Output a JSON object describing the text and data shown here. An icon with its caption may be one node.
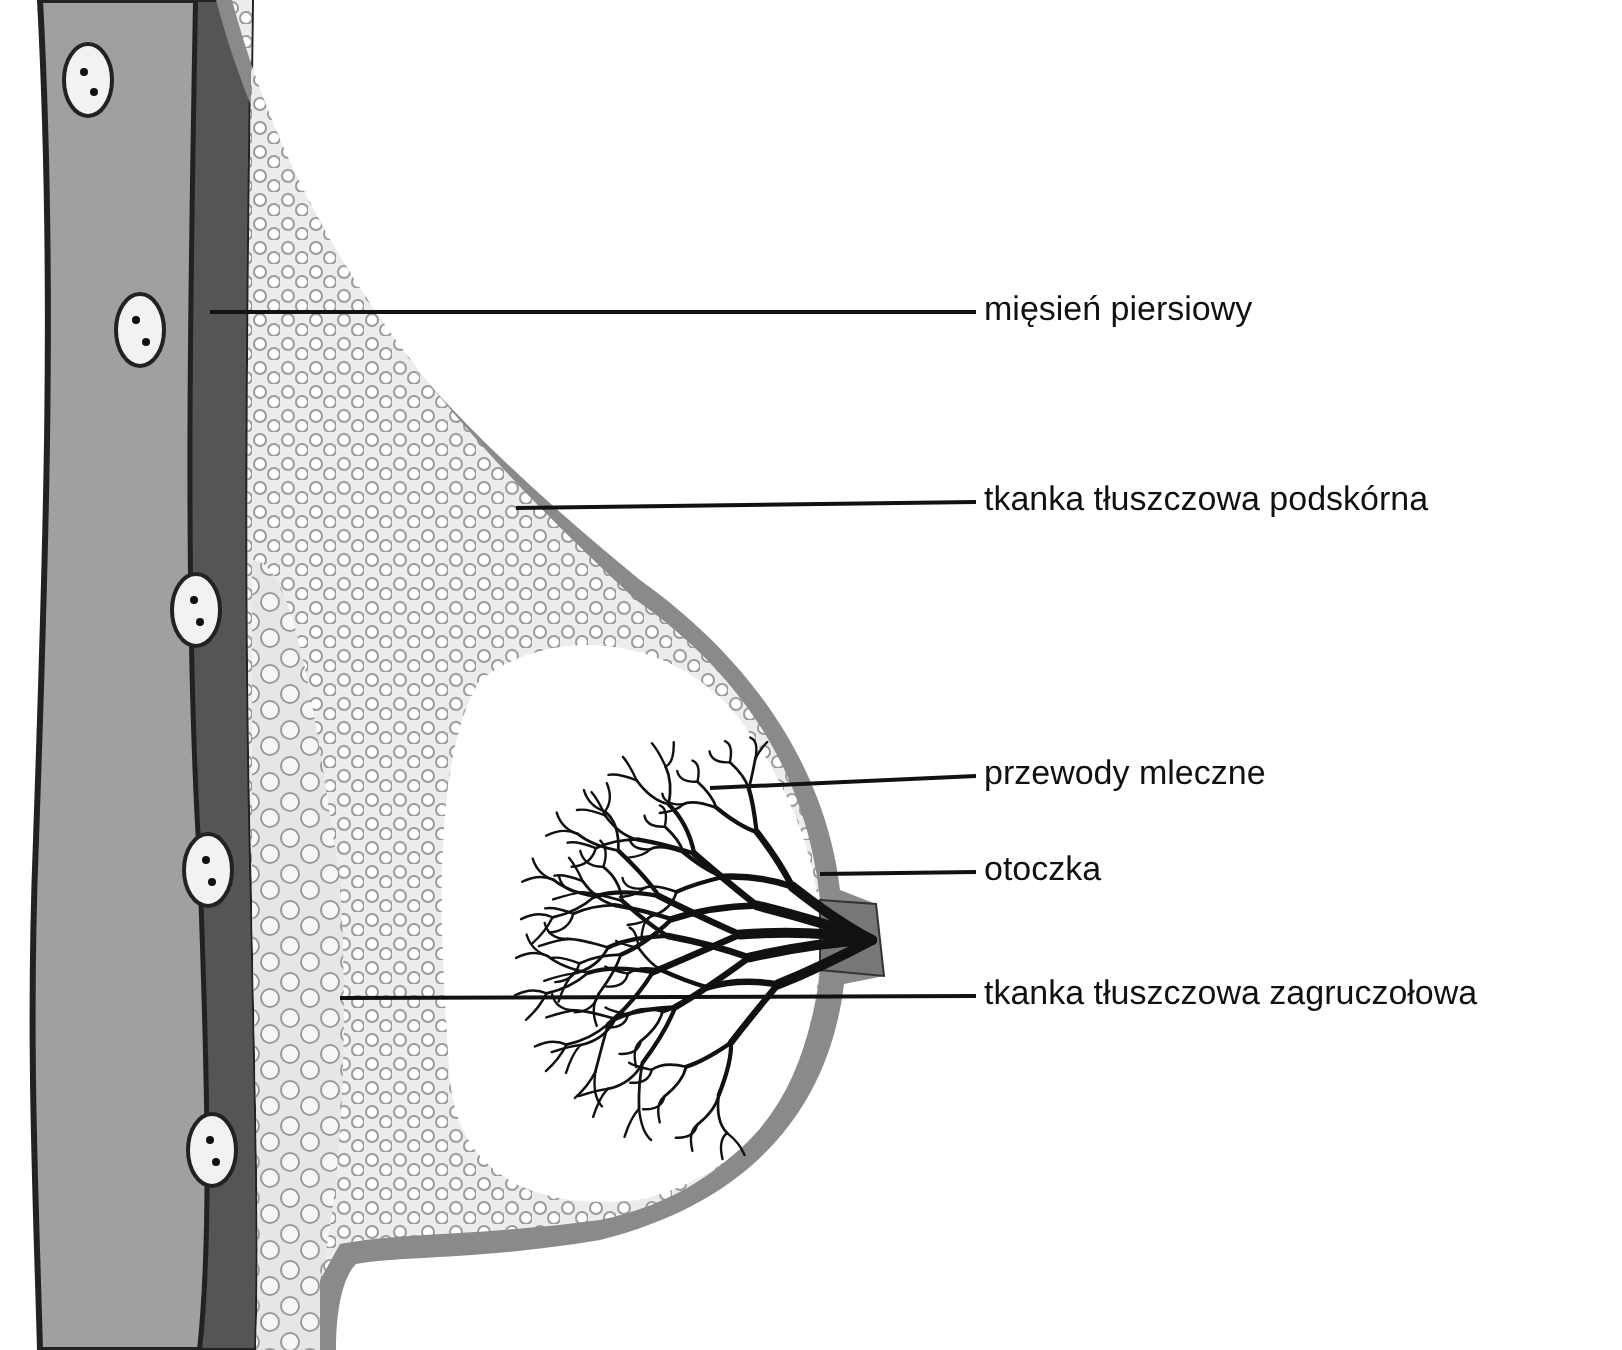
{
  "diagram": {
    "nodes": [
      {
        "text": [
          "mięsień piersiowy"
        ]
      },
      {
        "text": [
          "tkanka tłuszczowa podskórna"
        ]
      },
      {
        "text": [
          "przewody mleczne"
        ]
      },
      {
        "text": [
          "otoczka"
        ]
      },
      {
        "text": [
          "tkanka tłuszczowa zagruczołowa"
        ]
      }
    ],
    "edges": [
      {
        "from": 0,
        "to": null,
        "arrow": "none"
      },
      {
        "from": 1,
        "to": null,
        "arrow": "none"
      },
      {
        "from": 2,
        "to": null,
        "arrow": "none"
      },
      {
        "from": 3,
        "to": null,
        "arrow": "none"
      },
      {
        "from": 4,
        "to": null,
        "arrow": "none"
      }
    ]
  }
}
